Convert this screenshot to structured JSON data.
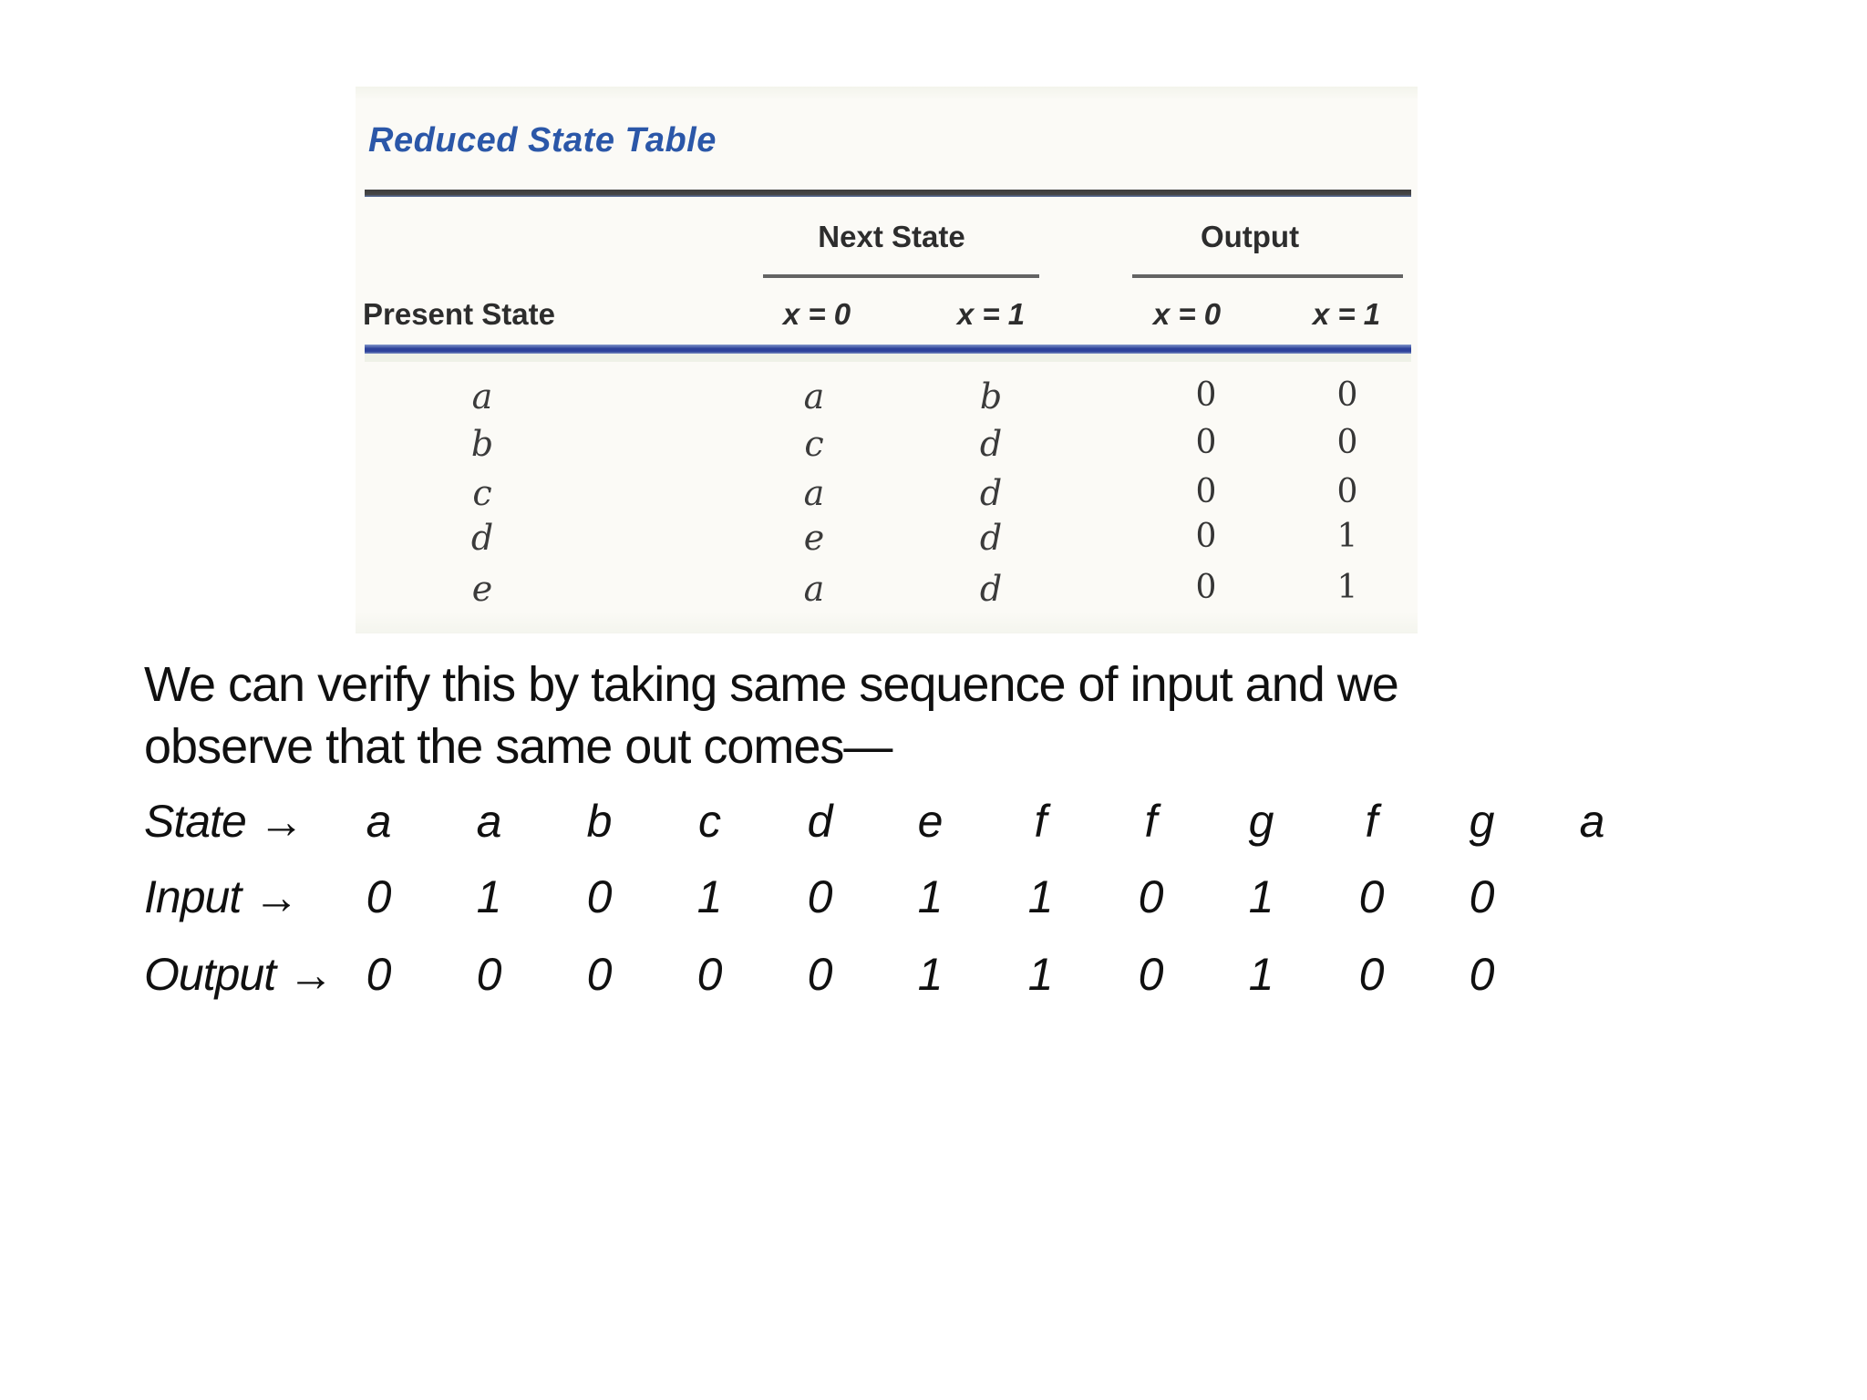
{
  "scan": {
    "title": "Reduced State Table",
    "group_headers": {
      "next_state": "Next State",
      "output": "Output"
    },
    "sub_headers": {
      "present_state": "Present State",
      "x0": "x = 0",
      "x1": "x = 1"
    },
    "rows": [
      {
        "present": "a",
        "next_x0": "a",
        "next_x1": "b",
        "out_x0": "0",
        "out_x1": "0"
      },
      {
        "present": "b",
        "next_x0": "c",
        "next_x1": "d",
        "out_x0": "0",
        "out_x1": "0"
      },
      {
        "present": "c",
        "next_x0": "a",
        "next_x1": "d",
        "out_x0": "0",
        "out_x1": "0"
      },
      {
        "present": "d",
        "next_x0": "e",
        "next_x1": "d",
        "out_x0": "0",
        "out_x1": "1"
      },
      {
        "present": "e",
        "next_x0": "a",
        "next_x1": "d",
        "out_x0": "0",
        "out_x1": "1"
      }
    ],
    "colors": {
      "title_blue": "#2b57a8",
      "header_rule_blue": "#2c419a",
      "top_rule_dark": "#454545",
      "scan_background": "#fbfaf6"
    }
  },
  "paragraph": {
    "line1": "We can verify this by taking same sequence of input and we",
    "line2": "observe that the same out comes—"
  },
  "sequence": {
    "state": {
      "label": "State",
      "arrow": "→",
      "values": [
        "a",
        "a",
        "b",
        "c",
        "d",
        "e",
        "f",
        "f",
        "g",
        "f",
        "g",
        "a"
      ]
    },
    "input": {
      "label": "Input",
      "arrow": "→",
      "values": [
        "0",
        "1",
        "0",
        "1",
        "0",
        "1",
        "1",
        "0",
        "1",
        "0",
        "0"
      ]
    },
    "output": {
      "label": "Output",
      "arrow": "→",
      "values": [
        "0",
        "0",
        "0",
        "0",
        "0",
        "1",
        "1",
        "0",
        "1",
        "0",
        "0"
      ]
    }
  }
}
